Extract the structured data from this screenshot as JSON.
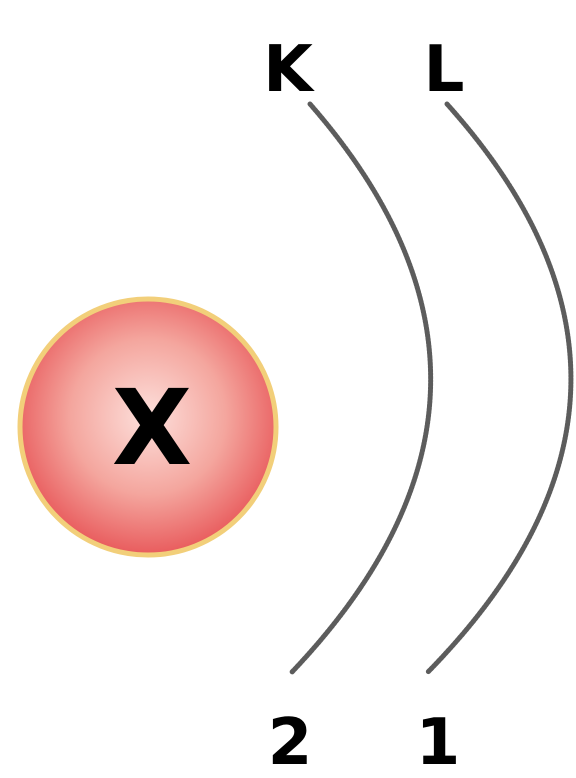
{
  "nucleus": {
    "symbol": "X",
    "fill_center": "#fde0dc",
    "fill_edge": "#e8585a",
    "outline_color": "#f2cf7a"
  },
  "shells": [
    {
      "label": "K",
      "electron_count": "2"
    },
    {
      "label": "L",
      "electron_count": "1"
    }
  ]
}
